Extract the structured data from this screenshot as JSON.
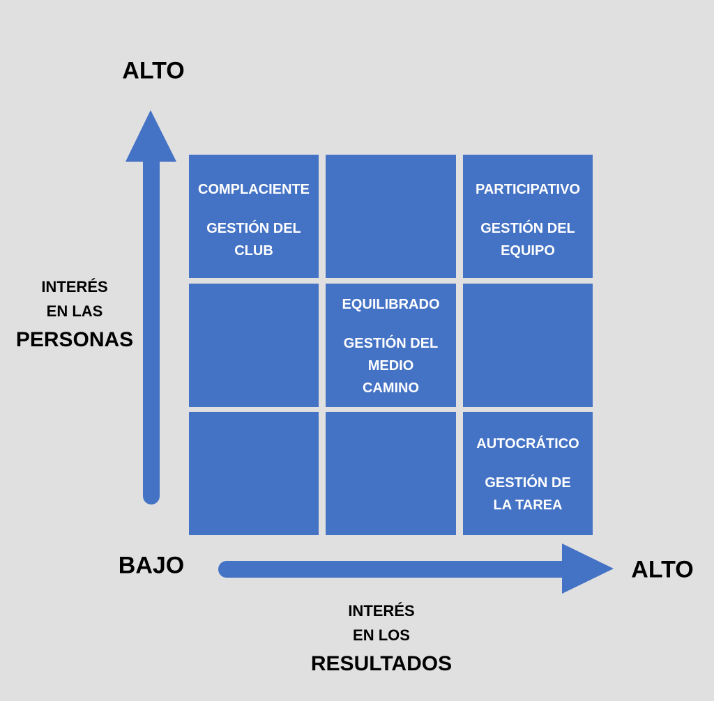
{
  "y_axis": {
    "high_label": "ALTO",
    "title_line1": "INTERÉS",
    "title_line2": "EN LAS",
    "title_line3": "PERSONAS"
  },
  "x_axis": {
    "low_label": "BAJO",
    "high_label": "ALTO",
    "title_line1": "INTERÉS",
    "title_line2": "EN LOS",
    "title_line3": "RESULTADOS"
  },
  "cells": {
    "top_left": {
      "style": "COMPLACIENTE",
      "line1": "GESTIÓN DEL",
      "line2": "CLUB"
    },
    "top_right": {
      "style": "PARTICIPATIVO",
      "line1": "GESTIÓN DEL",
      "line2": "EQUIPO"
    },
    "center": {
      "style": "EQUILIBRADO",
      "line1": "GESTIÓN DEL",
      "line2": "MEDIO",
      "line3": "CAMINO"
    },
    "bottom_right": {
      "style": "AUTOCRÁTICO",
      "line1": "GESTIÓN DE",
      "line2": "LA TAREA"
    }
  },
  "colors": {
    "accent": "#4472c4",
    "background": "#e0e0e0"
  }
}
